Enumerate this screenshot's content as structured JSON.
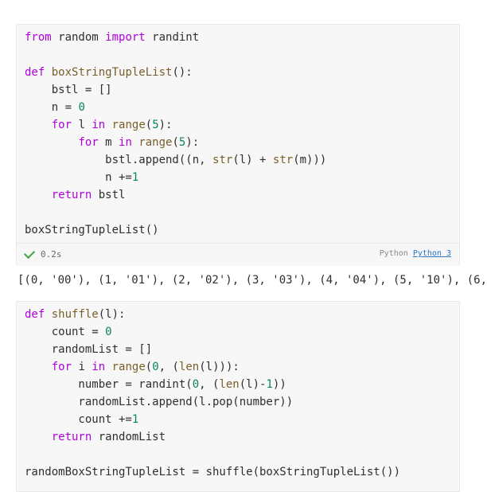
{
  "cell1": {
    "lines": [
      [
        {
          "t": "from",
          "c": "kw"
        },
        {
          "t": " random "
        },
        {
          "t": "import",
          "c": "kw"
        },
        {
          "t": " randint"
        }
      ],
      [],
      [
        {
          "t": "def",
          "c": "kw"
        },
        {
          "t": " "
        },
        {
          "t": "boxStringTupleList",
          "c": "fn"
        },
        {
          "t": "():"
        }
      ],
      [
        {
          "t": "    bstl = []"
        }
      ],
      [
        {
          "t": "    n = "
        },
        {
          "t": "0",
          "c": "num"
        }
      ],
      [
        {
          "t": "    "
        },
        {
          "t": "for",
          "c": "kw"
        },
        {
          "t": " l "
        },
        {
          "t": "in",
          "c": "kw"
        },
        {
          "t": " "
        },
        {
          "t": "range",
          "c": "bi"
        },
        {
          "t": "("
        },
        {
          "t": "5",
          "c": "num"
        },
        {
          "t": "):"
        }
      ],
      [
        {
          "t": "        "
        },
        {
          "t": "for",
          "c": "kw"
        },
        {
          "t": " m "
        },
        {
          "t": "in",
          "c": "kw"
        },
        {
          "t": " "
        },
        {
          "t": "range",
          "c": "bi"
        },
        {
          "t": "("
        },
        {
          "t": "5",
          "c": "num"
        },
        {
          "t": "):"
        }
      ],
      [
        {
          "t": "            bstl.append((n, "
        },
        {
          "t": "str",
          "c": "bi"
        },
        {
          "t": "(l) + "
        },
        {
          "t": "str",
          "c": "bi"
        },
        {
          "t": "(m)))"
        }
      ],
      [
        {
          "t": "            n +="
        },
        {
          "t": "1",
          "c": "num"
        }
      ],
      [
        {
          "t": "    "
        },
        {
          "t": "return",
          "c": "kw"
        },
        {
          "t": " bstl"
        }
      ],
      [],
      [
        {
          "t": "boxStringTupleList()"
        }
      ]
    ],
    "status": {
      "time": "0.2s",
      "language": "Python",
      "kernel": "Python 3"
    },
    "output": "[(0, '00'), (1, '01'), (2, '02'), (3, '03'), (4, '04'), (5, '10'), (6,"
  },
  "cell2": {
    "lines": [
      [
        {
          "t": "def",
          "c": "kw"
        },
        {
          "t": " "
        },
        {
          "t": "shuffle",
          "c": "fn"
        },
        {
          "t": "(l):"
        }
      ],
      [
        {
          "t": "    count = "
        },
        {
          "t": "0",
          "c": "num"
        }
      ],
      [
        {
          "t": "    randomList = []"
        }
      ],
      [
        {
          "t": "    "
        },
        {
          "t": "for",
          "c": "kw"
        },
        {
          "t": " i "
        },
        {
          "t": "in",
          "c": "kw"
        },
        {
          "t": " "
        },
        {
          "t": "range",
          "c": "bi"
        },
        {
          "t": "("
        },
        {
          "t": "0",
          "c": "num"
        },
        {
          "t": ", ("
        },
        {
          "t": "len",
          "c": "bi"
        },
        {
          "t": "(l))):"
        }
      ],
      [
        {
          "t": "        number = randint("
        },
        {
          "t": "0",
          "c": "num"
        },
        {
          "t": ", ("
        },
        {
          "t": "len",
          "c": "bi"
        },
        {
          "t": "(l)-"
        },
        {
          "t": "1",
          "c": "num"
        },
        {
          "t": "))"
        }
      ],
      [
        {
          "t": "        randomList.append(l.pop(number))"
        }
      ],
      [
        {
          "t": "        count +="
        },
        {
          "t": "1",
          "c": "num"
        }
      ],
      [
        {
          "t": "    "
        },
        {
          "t": "return",
          "c": "kw"
        },
        {
          "t": " randomList"
        }
      ],
      [],
      [
        {
          "t": "randomBoxStringTupleList = shuffle(boxStringTupleList())"
        }
      ]
    ]
  }
}
